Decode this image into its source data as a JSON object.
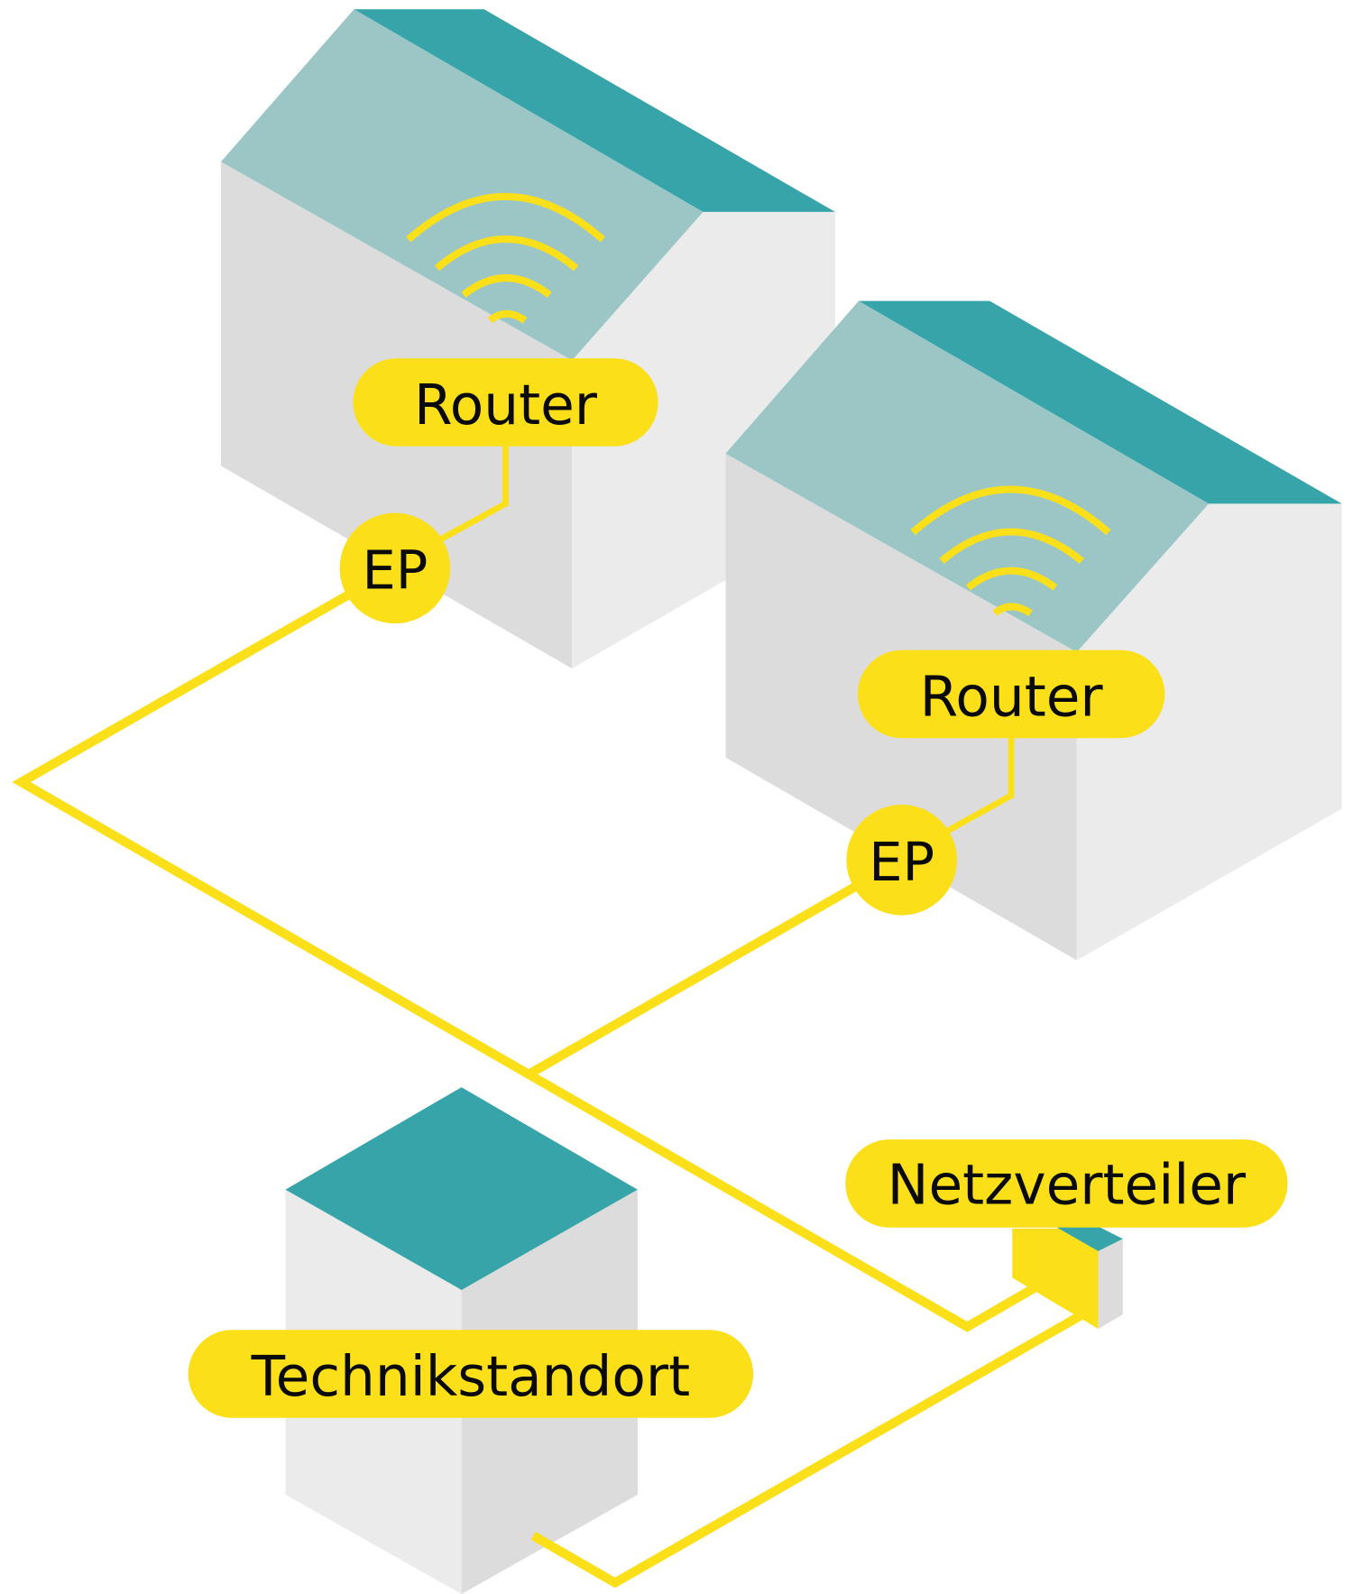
{
  "colors": {
    "yellow": "#fbdf19",
    "teal": "#36a4a8",
    "teal_light": "#9cc6c5",
    "wall_light": "#ebebeb",
    "wall_dark": "#dcdcdc",
    "text": "#0a0a0a",
    "background": "#ffffff"
  },
  "houses": [
    {
      "router_label": "Router",
      "ep_label": "EP",
      "icon": "wifi-icon"
    },
    {
      "router_label": "Router",
      "ep_label": "EP",
      "icon": "wifi-icon"
    }
  ],
  "netzverteiler": {
    "label": "Netzverteiler"
  },
  "technikstandort": {
    "label": "Technikstandort"
  }
}
